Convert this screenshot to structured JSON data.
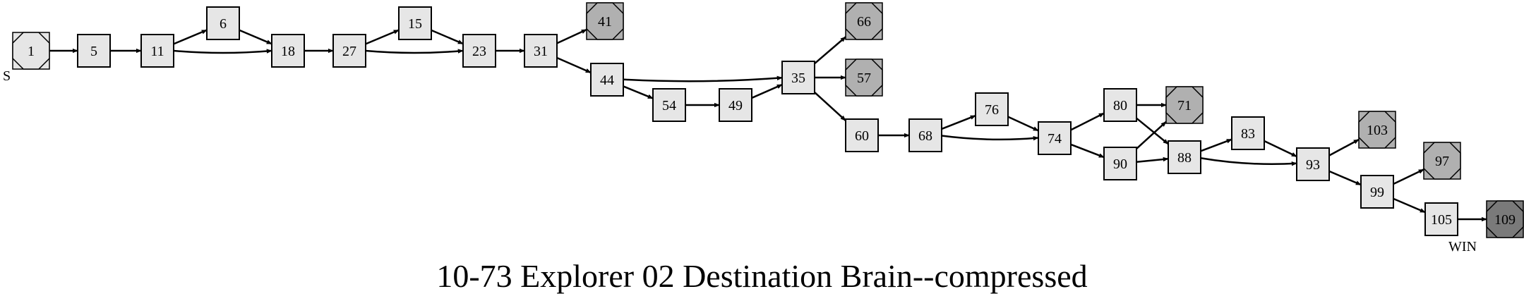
{
  "title": "10-73 Explorer 02 Destination Brain--compressed",
  "start_label": "S",
  "win_label": "WIN",
  "colors": {
    "page": "#e6e6e6",
    "death": "#b0b0b0",
    "win": "#7a7a7a",
    "stroke": "#000000"
  },
  "nodes": [
    {
      "id": "1",
      "kind": "start"
    },
    {
      "id": "5",
      "kind": "page"
    },
    {
      "id": "11",
      "kind": "page"
    },
    {
      "id": "6",
      "kind": "page"
    },
    {
      "id": "18",
      "kind": "page"
    },
    {
      "id": "27",
      "kind": "page"
    },
    {
      "id": "15",
      "kind": "page"
    },
    {
      "id": "23",
      "kind": "page"
    },
    {
      "id": "31",
      "kind": "page"
    },
    {
      "id": "41",
      "kind": "death"
    },
    {
      "id": "44",
      "kind": "page"
    },
    {
      "id": "54",
      "kind": "page"
    },
    {
      "id": "49",
      "kind": "page"
    },
    {
      "id": "35",
      "kind": "page"
    },
    {
      "id": "66",
      "kind": "death"
    },
    {
      "id": "57",
      "kind": "death"
    },
    {
      "id": "60",
      "kind": "page"
    },
    {
      "id": "68",
      "kind": "page"
    },
    {
      "id": "76",
      "kind": "page"
    },
    {
      "id": "74",
      "kind": "page"
    },
    {
      "id": "80",
      "kind": "page"
    },
    {
      "id": "90",
      "kind": "page"
    },
    {
      "id": "71",
      "kind": "death"
    },
    {
      "id": "88",
      "kind": "page"
    },
    {
      "id": "83",
      "kind": "page"
    },
    {
      "id": "93",
      "kind": "page"
    },
    {
      "id": "103",
      "kind": "death"
    },
    {
      "id": "99",
      "kind": "page"
    },
    {
      "id": "97",
      "kind": "death"
    },
    {
      "id": "105",
      "kind": "page"
    },
    {
      "id": "109",
      "kind": "win"
    }
  ],
  "edges": [
    [
      "1",
      "5"
    ],
    [
      "5",
      "11"
    ],
    [
      "11",
      "6"
    ],
    [
      "11",
      "18"
    ],
    [
      "6",
      "18"
    ],
    [
      "18",
      "27"
    ],
    [
      "27",
      "15"
    ],
    [
      "27",
      "23"
    ],
    [
      "15",
      "23"
    ],
    [
      "23",
      "31"
    ],
    [
      "31",
      "41"
    ],
    [
      "31",
      "44"
    ],
    [
      "44",
      "35"
    ],
    [
      "44",
      "54"
    ],
    [
      "54",
      "49"
    ],
    [
      "49",
      "35"
    ],
    [
      "35",
      "66"
    ],
    [
      "35",
      "57"
    ],
    [
      "35",
      "60"
    ],
    [
      "60",
      "68"
    ],
    [
      "68",
      "76"
    ],
    [
      "68",
      "74"
    ],
    [
      "76",
      "74"
    ],
    [
      "74",
      "80"
    ],
    [
      "74",
      "90"
    ],
    [
      "80",
      "71"
    ],
    [
      "80",
      "88"
    ],
    [
      "90",
      "71"
    ],
    [
      "90",
      "88"
    ],
    [
      "88",
      "83"
    ],
    [
      "88",
      "93"
    ],
    [
      "83",
      "93"
    ],
    [
      "93",
      "103"
    ],
    [
      "93",
      "99"
    ],
    [
      "99",
      "97"
    ],
    [
      "99",
      "105"
    ],
    [
      "105",
      "109"
    ]
  ]
}
